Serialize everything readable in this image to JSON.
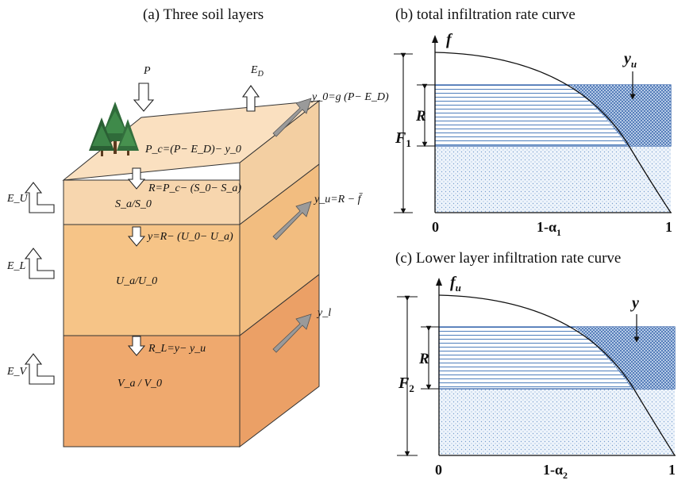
{
  "panel_a": {
    "title": "(a) Three soil layers",
    "inputs": {
      "precip": "P",
      "evap_top": "E",
      "evap_top_sub": "D"
    },
    "top_surface": "P_c=(P− E_D)− y_0",
    "runoff_top": "y_0=g (P− E_D)",
    "upper_layer": {
      "recharge": "R=P_c− (S_0− S_a)",
      "storage": "S_a/S_0",
      "evap": "E_U",
      "runoff": "y_u=R − f̄"
    },
    "lower_layer": {
      "flow": "y=R− (U_0− U_a)",
      "storage": "U_a/U_0",
      "evap": "E_L"
    },
    "deep_layer": {
      "flow": "R_L=y− y_u",
      "storage": "V_a / V_0",
      "evap": "E_V",
      "runoff": "y_l"
    }
  },
  "panel_b": {
    "title": "(b) total infiltration rate curve",
    "y_axis": "f",
    "x_ticks": [
      "0",
      "1-α",
      "1"
    ],
    "x_tick_sub": "1",
    "band_label": "R",
    "height_label": "F",
    "height_sub": "1",
    "area_label": "y",
    "area_sub": "u"
  },
  "panel_c": {
    "title": "(c) Lower layer infiltration rate curve",
    "y_axis": "f",
    "y_axis_sub": "u",
    "x_ticks": [
      "0",
      "1-α",
      "1"
    ],
    "x_tick_sub": "2",
    "band_label": "R",
    "height_label": "F",
    "height_sub": "2",
    "area_label": "y"
  },
  "colors": {
    "upper_front": "#F7D6AE",
    "top_face": "#FAE0C0",
    "middle_front": "#F6C487",
    "bottom_front": "#EFA96E",
    "side_upper": "#F3CFA2",
    "side_middle": "#F2BD80",
    "side_bottom": "#EBA066",
    "arrow_gray": "#9a9a9a",
    "hatch_blue": "#3a6fb5",
    "dot_blue": "#7aa0d0",
    "tree_green": "#2f6b3a"
  }
}
